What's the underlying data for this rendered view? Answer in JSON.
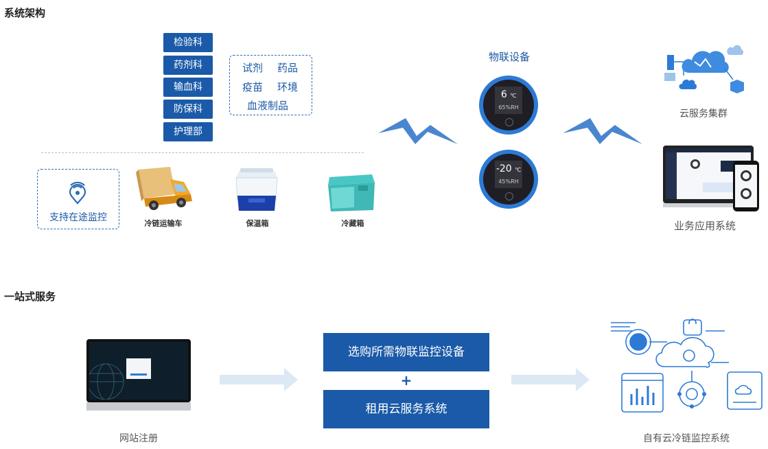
{
  "sections": {
    "architecture_title": "系统架构",
    "one_stop_title": "一站式服务"
  },
  "departments": [
    "检验科",
    "药剂科",
    "输血科",
    "防保科",
    "护理部"
  ],
  "supplies": {
    "row1_a": "试剂",
    "row1_b": "药品",
    "row2_a": "疫苗",
    "row2_b": "环境",
    "row3": "血液制品"
  },
  "transit": {
    "monitor_label": "支持在途监控",
    "truck_label": "冷链运输车",
    "box_label": "保温箱",
    "fridge_label": "冷藏箱"
  },
  "iot": {
    "title": "物联设备",
    "device1_temp": "6",
    "device1_unit": "℃",
    "device1_rh": "65%RH",
    "device2_temp": "-20",
    "device2_unit": "℃",
    "device2_rh": "45%RH"
  },
  "cloud": {
    "cluster_label": "云服务集群",
    "app_label": "业务应用系统"
  },
  "service": {
    "register_label": "网站注册",
    "buy_label": "选购所需物联监控设备",
    "plus": "+",
    "rent_label": "租用云服务系统",
    "own_label": "自有云冷链监控系统"
  },
  "colors": {
    "primary": "#1a5aa8",
    "accent": "#2d7ad6",
    "arrow": "#dce8f4"
  }
}
